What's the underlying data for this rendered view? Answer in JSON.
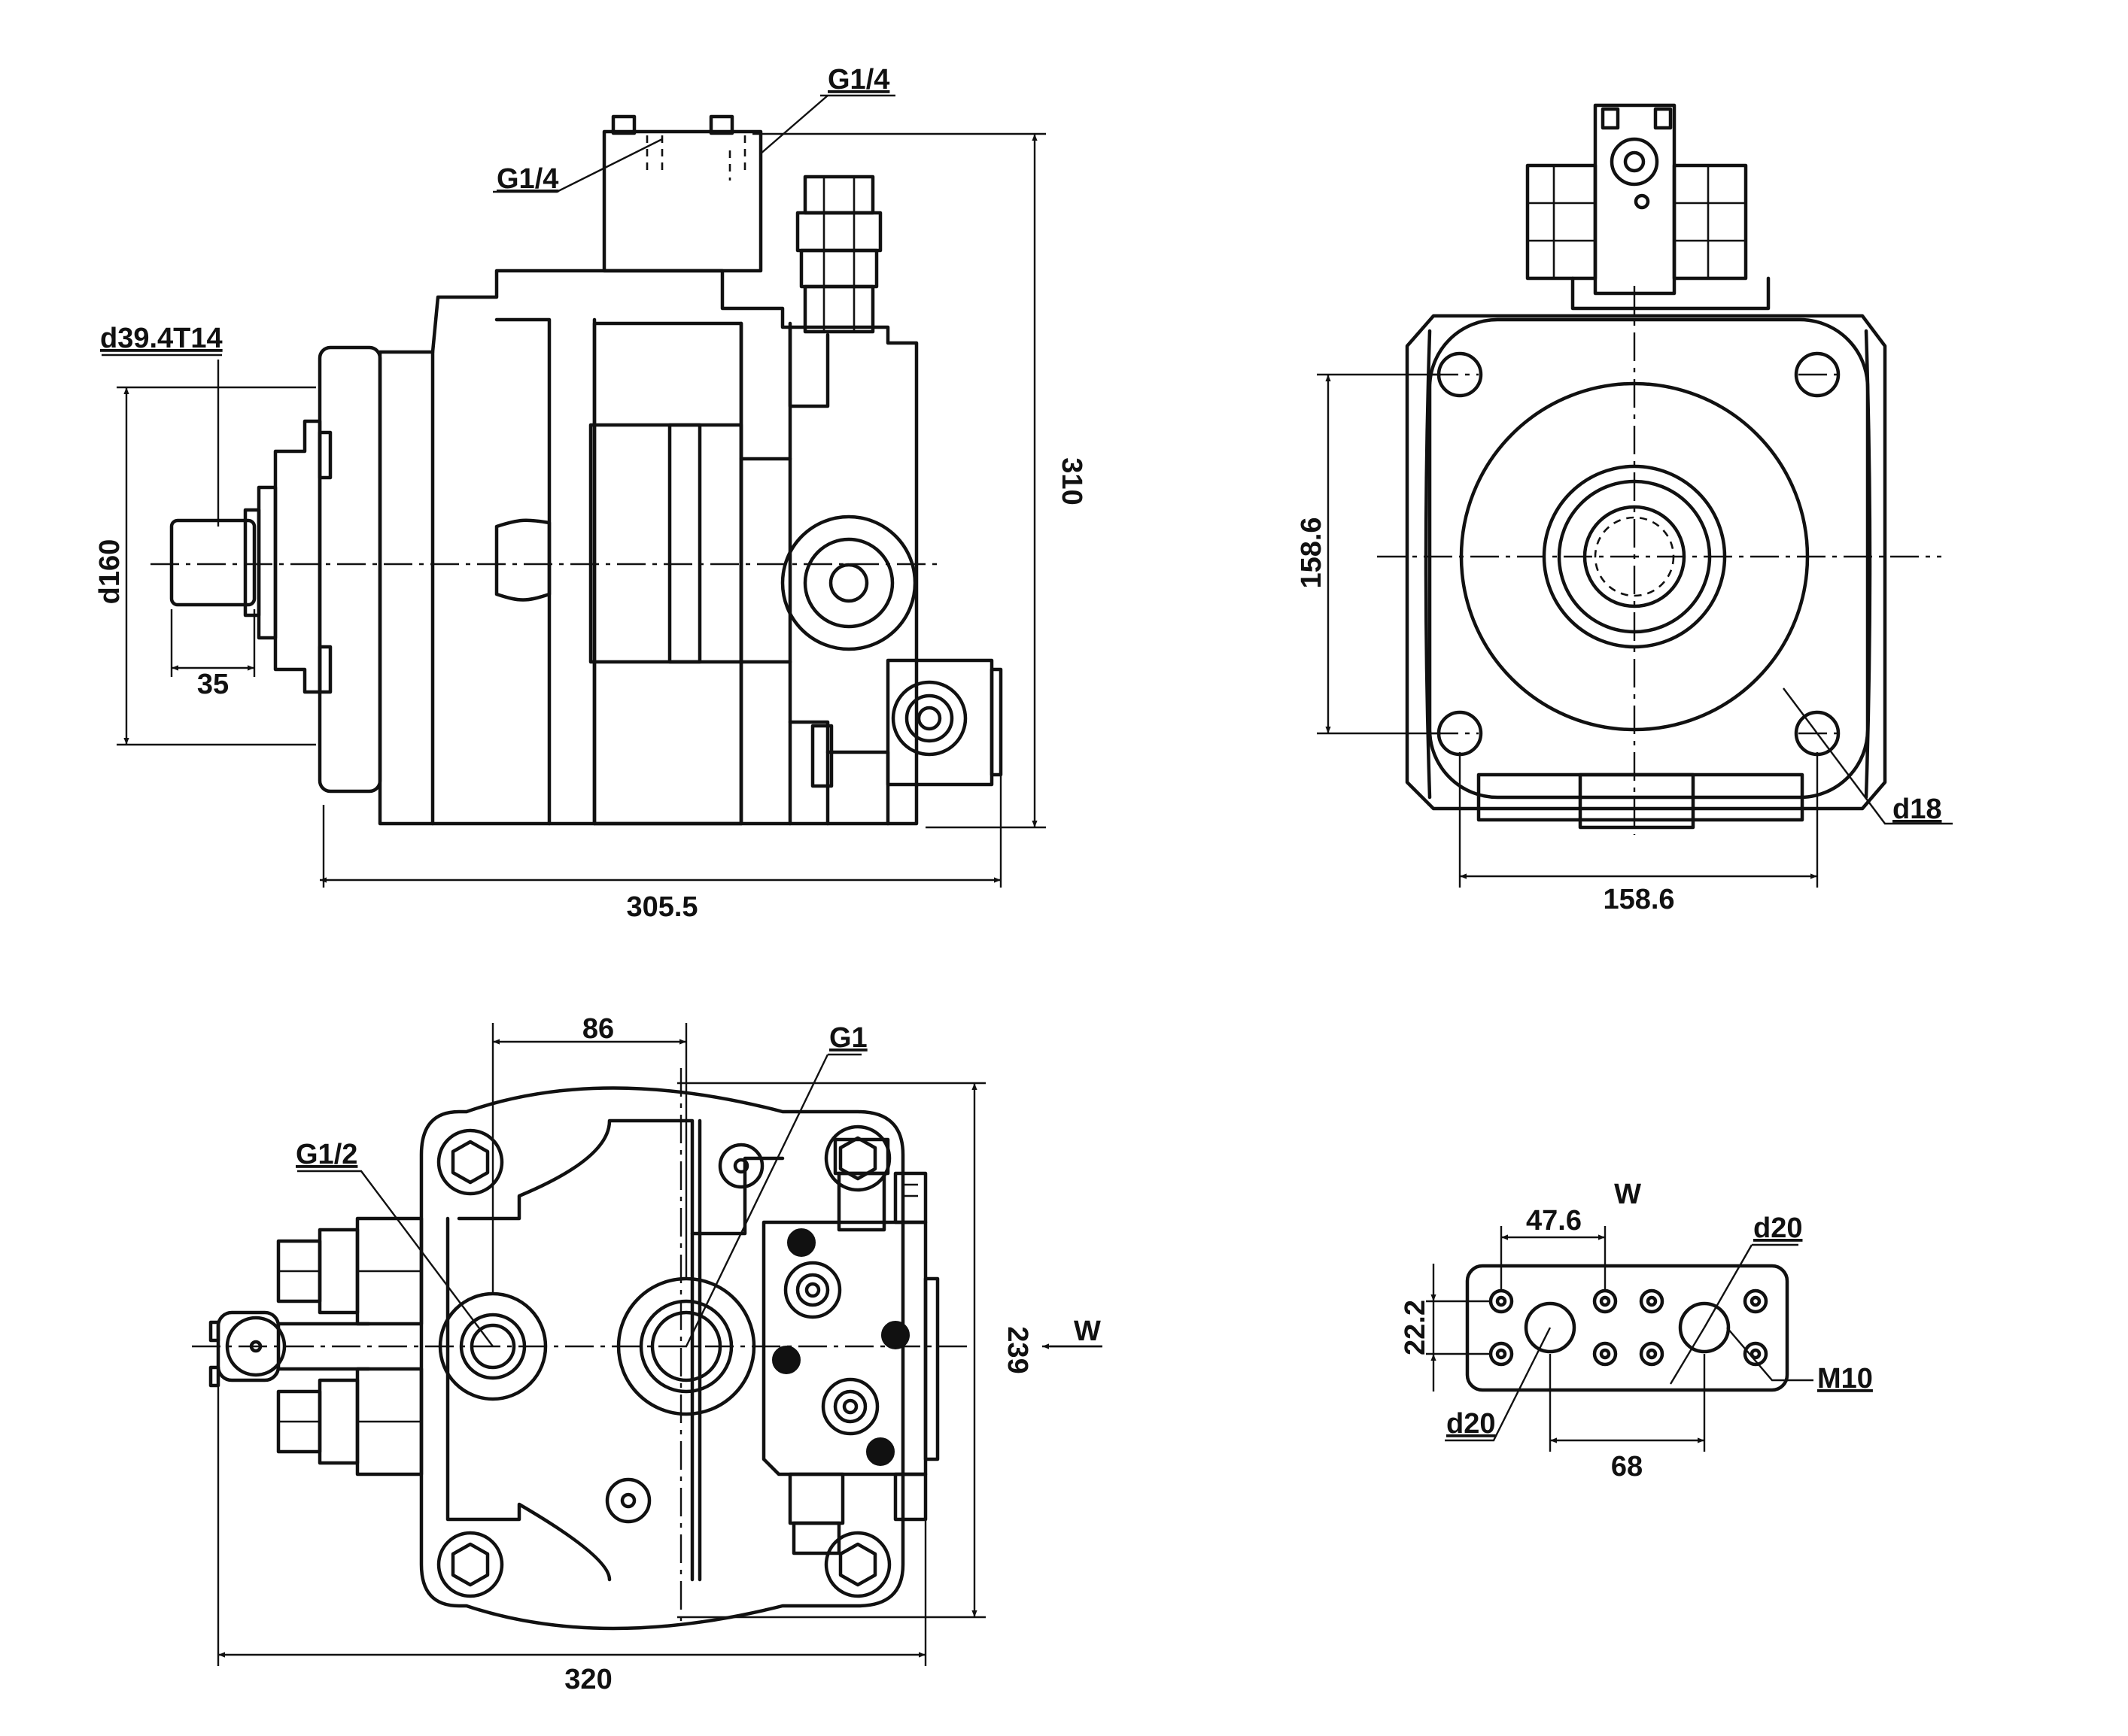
{
  "labels": {
    "side_view": {
      "port_top_right": "G1/4",
      "port_top_left": "G1/4",
      "shaft_spline": "d39.4T14",
      "flange_diameter": "d160",
      "shaft_length": "35",
      "overall_length": "305.5",
      "overall_height": "310"
    },
    "front_view": {
      "bolt_spacing_vertical": "158.6",
      "bolt_spacing_horizontal": "158.6",
      "bolt_hole": "d18"
    },
    "top_view": {
      "port_spacing": "86",
      "main_port": "G1",
      "suction_port": "G1/2",
      "overall_width": "320",
      "overall_height": "239",
      "view_arrow": "W"
    },
    "view_w": {
      "title": "W",
      "hole_spacing": "47.6",
      "port_dia_top": "d20",
      "row_spacing": "22.2",
      "port_dia_bottom": "d20",
      "thread": "M10",
      "port_spacing": "68"
    }
  }
}
